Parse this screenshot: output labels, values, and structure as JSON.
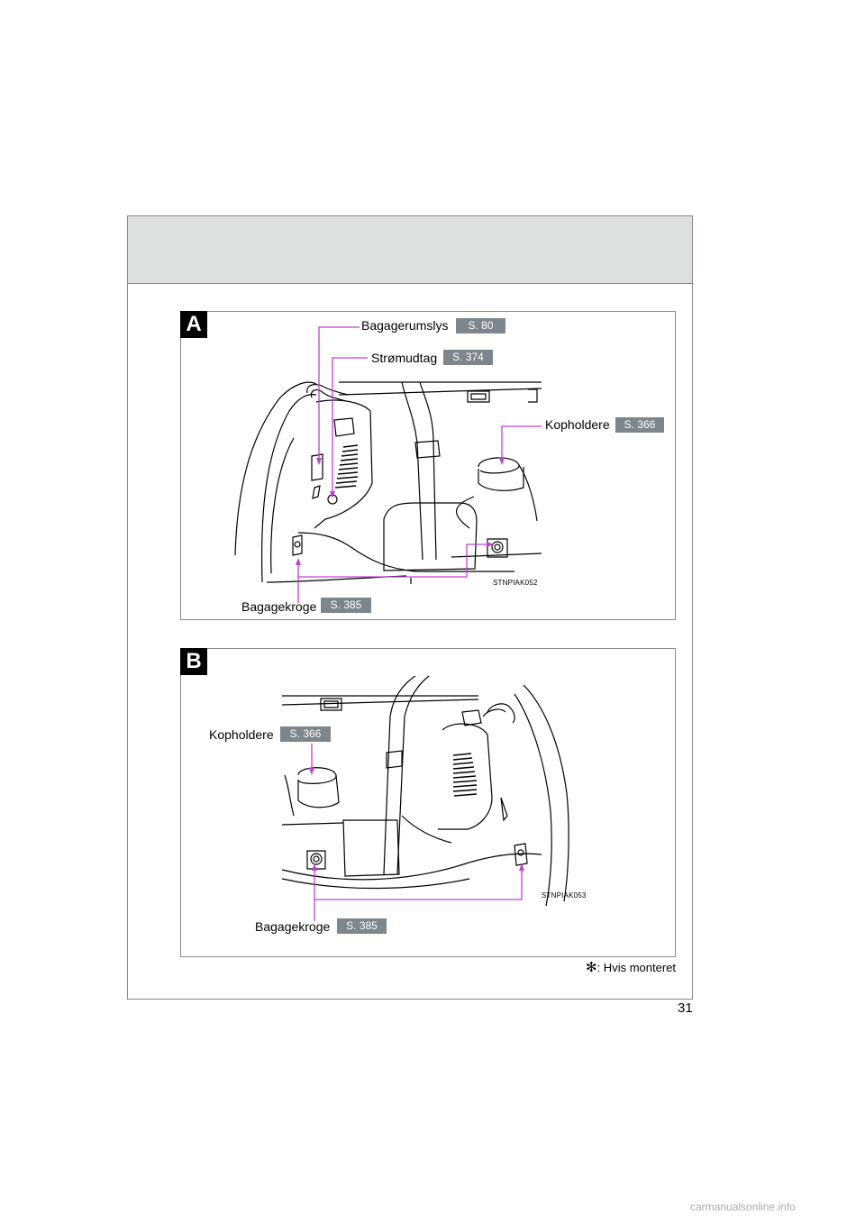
{
  "panel_a": {
    "tag": "A",
    "labels": [
      {
        "text": "Bagagerumslys",
        "ref": "S. 80"
      },
      {
        "text": "Strømudtag",
        "ref": "S. 374"
      },
      {
        "text": "Kopholdere",
        "ref": "S. 366"
      },
      {
        "text": "Bagagekroge",
        "ref": "S. 385"
      }
    ],
    "image_code": "STNPIAK052"
  },
  "panel_b": {
    "tag": "B",
    "labels": [
      {
        "text": "Kopholdere",
        "ref": "S. 366"
      },
      {
        "text": "Bagagekroge",
        "ref": "S. 385"
      }
    ],
    "image_code": "STNPIAK053"
  },
  "footnote": {
    "symbol": "✻",
    "text": ": Hvis monteret"
  },
  "page_number": "31",
  "watermark": "carmanualsonline.info",
  "colors": {
    "header_band": "#dde0e0",
    "ref_badge": "#7d868c",
    "leader_line": "#c040d0"
  }
}
